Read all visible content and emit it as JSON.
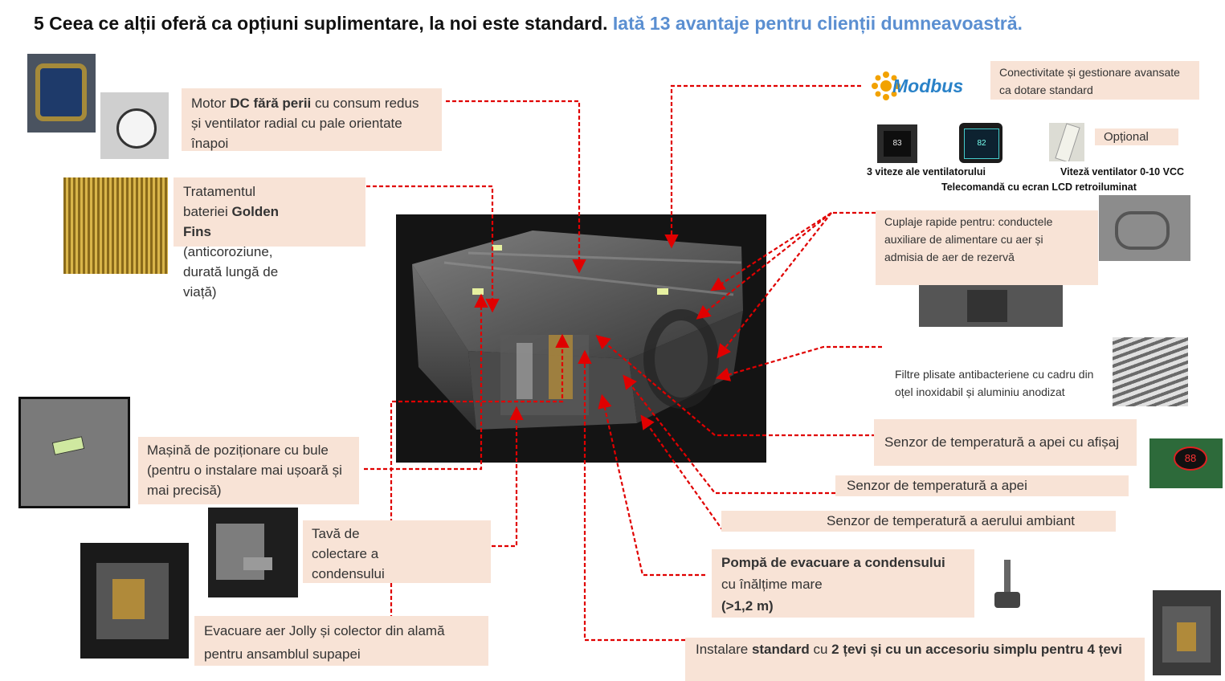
{
  "title": {
    "main": "5 Ceea ce alții oferă ca opțiuni suplimentare, la noi este standard.",
    "highlight": "Iată 13 avantaje pentru clienții dumneavoastră."
  },
  "colors": {
    "highlight": "#5b8fd1",
    "callout_bg": "#f8e3d6",
    "leader_line": "#e00000"
  },
  "callouts": {
    "motor": {
      "p1": "Motor ",
      "b1": "DC fără perii",
      "p2": " cu consum redus și ventilator radial cu pale orientate înapoi"
    },
    "battery": {
      "p1": "Tratamentul bateriei ",
      "b1": "Golden Fins",
      "p2": " (anticoroziune, durată lungă de viață)"
    },
    "bubble": "Mașină de poziționare cu bule (pentru o instalare mai ușoară și mai precisă)",
    "tray": "Tavă de colectare a condensului",
    "jolly": "Evacuare aer Jolly și colector din alamă pentru ansamblul supapei",
    "connectivity": "Conectivitate și gestionare avansate ca dotare standard",
    "optional": "Opțional",
    "couplings": "Cuplaje rapide pentru: conductele auxiliare de alimentare cu aer și admisia de aer de rezervă",
    "filters": "Filtre plisate antibacteriene cu cadru din oțel inoxidabil și aluminiu anodizat",
    "water_sensor_display": "Senzor de temperatură a apei cu afișaj",
    "water_sensor": "Senzor de temperatură a apei",
    "air_sensor": "Senzor de temperatură a aerului ambiant",
    "pump": {
      "b1": "Pompă de evacuare a condensului",
      "p1": "cu înălțime mare",
      "b2": "(>1,2 m)"
    },
    "install": {
      "p1": "Instalare ",
      "b1": "standard",
      "p2": " cu ",
      "b2": "2 țevi și cu un accesoriu simplu pentru 4 țevi"
    }
  },
  "captions": {
    "fan_speeds": "3 viteze ale ventilatorului",
    "fan_speed_vcc": "Viteză ventilator 0-10 VCC",
    "remote": "Telecomandă cu ecran LCD retroiluminat"
  },
  "logo": {
    "text": "Modbus"
  },
  "thermostat_readings": {
    "left": "83",
    "right": "82"
  },
  "sensor_display_reading": "88"
}
